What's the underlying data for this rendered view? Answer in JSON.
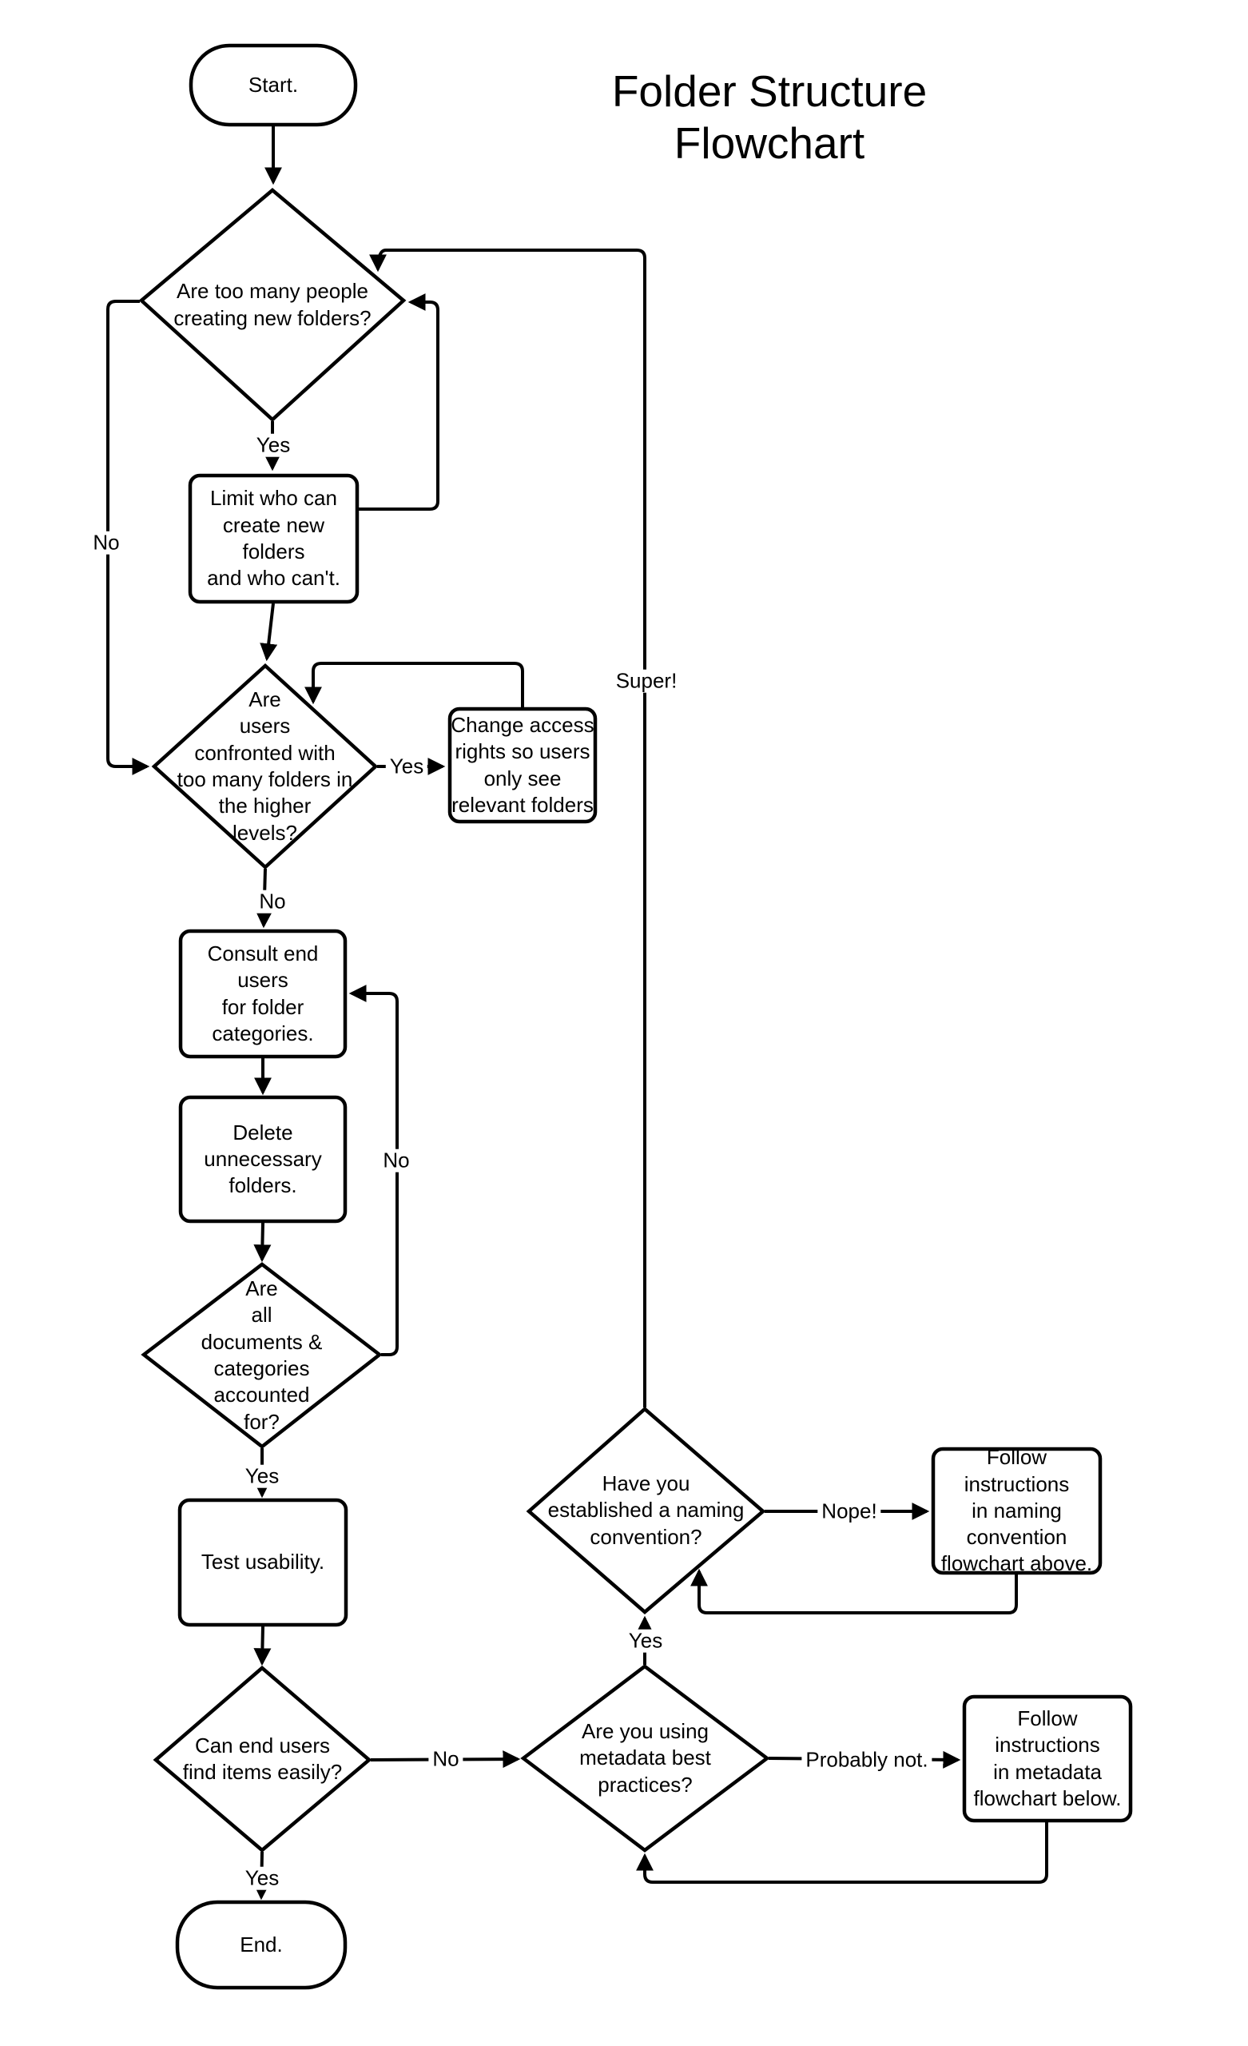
{
  "title": "Folder Structure\nFlowchart",
  "colors": {
    "stroke": "#000000",
    "fill": "#ffffff",
    "background": "#ffffff"
  },
  "nodes": {
    "start": {
      "type": "terminator",
      "label": "Start."
    },
    "d_too_many": {
      "type": "decision",
      "label": "Are too many people\ncreating new folders?"
    },
    "limit": {
      "type": "process",
      "label": "Limit who can\ncreate new folders\nand who can't."
    },
    "d_confronted": {
      "type": "decision",
      "label": "Are\nusers\nconfronted with\ntoo many folders in\nthe higher\nlevels?"
    },
    "change_access": {
      "type": "process",
      "label": "Change access\nrights so users\nonly see\nrelevant folders"
    },
    "consult": {
      "type": "process",
      "label": "Consult end users\nfor folder\ncategories."
    },
    "delete": {
      "type": "process",
      "label": "Delete\nunnecessary\nfolders."
    },
    "d_accounted": {
      "type": "decision",
      "label": "Are\nall\ndocuments &\ncategories\naccounted\nfor?"
    },
    "test": {
      "type": "process",
      "label": "Test usability."
    },
    "d_find": {
      "type": "decision",
      "label": "Can end users\nfind items easily?"
    },
    "end": {
      "type": "terminator",
      "label": "End."
    },
    "d_naming": {
      "type": "decision",
      "label": "Have you\nestablished a naming\nconvention?"
    },
    "naming_follow": {
      "type": "process",
      "label": "Follow instructions\nin naming\nconvention\nflowchart above."
    },
    "d_metadata": {
      "type": "decision",
      "label": "Are you using\nmetadata best\npractices?"
    },
    "metadata_follow": {
      "type": "process",
      "label": "Follow instructions\nin metadata\nflowchart below."
    }
  },
  "edge_labels": {
    "too_many_yes": "Yes",
    "too_many_no": "No",
    "confronted_yes": "Yes",
    "confronted_no": "No",
    "accounted_no": "No",
    "accounted_yes": "Yes",
    "find_no": "No",
    "find_yes": "Yes",
    "naming_super": "Super!",
    "naming_nope": "Nope!",
    "metadata_yes": "Yes",
    "metadata_probably_not": "Probably not."
  }
}
